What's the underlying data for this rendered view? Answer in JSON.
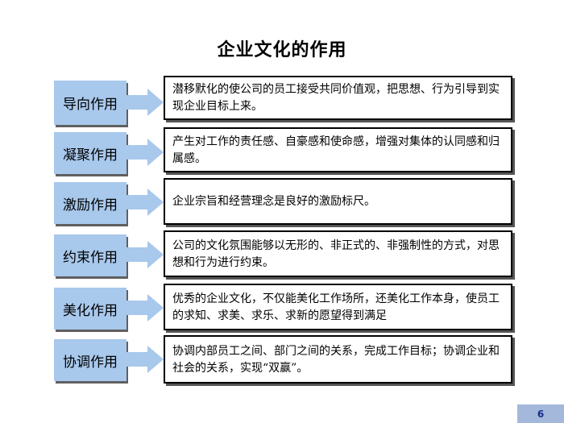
{
  "slide": {
    "title": "企业文化的作用",
    "page_number": "6"
  },
  "items": [
    {
      "label": "导向作用",
      "text": "潜移默化的使公司的员工接受共同价值观，把思想、行为引导到实现企业目标上来。"
    },
    {
      "label": "凝聚作用",
      "text": "产生对工作的责任感、自豪感和使命感，增强对集体的认同感和归属感。"
    },
    {
      "label": "激励作用",
      "text": "企业宗旨和经营理念是良好的激励标尺。"
    },
    {
      "label": "约束作用",
      "text": "公司的文化氛围能够以无形的、非正式的、非强制性的方式，对思想和行为进行约束。"
    },
    {
      "label": "美化作用",
      "text": "优秀的企业文化，不仅能美化工作场所，还美化工作本身，使员工的求知、求美、求乐、求新的愿望得到满足"
    },
    {
      "label": "协调作用",
      "text": "协调内部员工之间、部门之间的关系，完成工作目标；协调企业和社会的关系，实现“双赢”。"
    }
  ],
  "colors": {
    "label_fill": "#a8c8ec",
    "arrow_fill": "#a8c8ec",
    "page_badge": "#a4b8dc"
  }
}
